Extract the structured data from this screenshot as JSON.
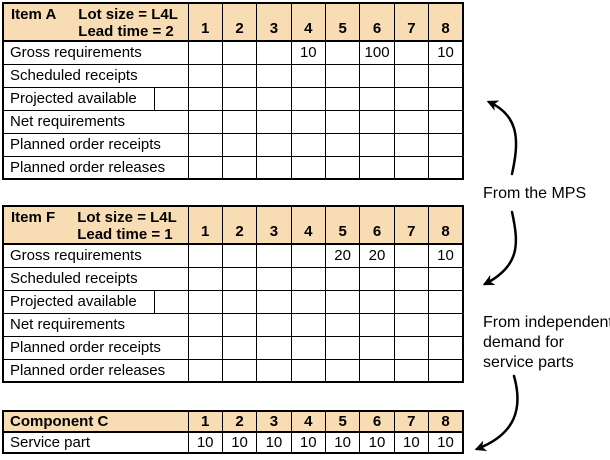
{
  "figure": {
    "background": "#ffffff",
    "header_fill": "#f8dcb4",
    "border_color": "#000000"
  },
  "tables": [
    {
      "id": "item-a",
      "item": "Item A",
      "lot_size": "Lot size = L4L",
      "lead_time": "Lead time = 2",
      "periods": [
        "1",
        "2",
        "3",
        "4",
        "5",
        "6",
        "7",
        "8"
      ],
      "rows": [
        {
          "label": "Gross requirements",
          "split": false,
          "cells": [
            "",
            "",
            "",
            "10",
            "",
            "100",
            "",
            "10"
          ]
        },
        {
          "label": "Scheduled receipts",
          "split": false,
          "cells": [
            "",
            "",
            "",
            "",
            "",
            "",
            "",
            ""
          ]
        },
        {
          "label": "Projected available",
          "split": true,
          "cells": [
            "",
            "",
            "",
            "",
            "",
            "",
            "",
            ""
          ]
        },
        {
          "label": "Net requirements",
          "split": false,
          "cells": [
            "",
            "",
            "",
            "",
            "",
            "",
            "",
            ""
          ]
        },
        {
          "label": "Planned order receipts",
          "split": false,
          "cells": [
            "",
            "",
            "",
            "",
            "",
            "",
            "",
            ""
          ]
        },
        {
          "label": "Planned order releases",
          "split": false,
          "cells": [
            "",
            "",
            "",
            "",
            "",
            "",
            "",
            ""
          ]
        }
      ]
    },
    {
      "id": "item-f",
      "item": "Item F",
      "lot_size": "Lot size = L4L",
      "lead_time": "Lead time = 1",
      "periods": [
        "1",
        "2",
        "3",
        "4",
        "5",
        "6",
        "7",
        "8"
      ],
      "rows": [
        {
          "label": "Gross requirements",
          "split": false,
          "cells": [
            "",
            "",
            "",
            "",
            "20",
            "20",
            "",
            "10"
          ]
        },
        {
          "label": "Scheduled receipts",
          "split": false,
          "cells": [
            "",
            "",
            "",
            "",
            "",
            "",
            "",
            ""
          ]
        },
        {
          "label": "Projected available",
          "split": true,
          "cells": [
            "",
            "",
            "",
            "",
            "",
            "",
            "",
            ""
          ]
        },
        {
          "label": "Net requirements",
          "split": false,
          "cells": [
            "",
            "",
            "",
            "",
            "",
            "",
            "",
            ""
          ]
        },
        {
          "label": "Planned order receipts",
          "split": false,
          "cells": [
            "",
            "",
            "",
            "",
            "",
            "",
            "",
            ""
          ]
        },
        {
          "label": "Planned order releases",
          "split": false,
          "cells": [
            "",
            "",
            "",
            "",
            "",
            "",
            "",
            ""
          ]
        }
      ]
    },
    {
      "id": "component-c",
      "item": "Component C",
      "periods": [
        "1",
        "2",
        "3",
        "4",
        "5",
        "6",
        "7",
        "8"
      ],
      "rows": [
        {
          "label": "Service part",
          "split": false,
          "cells": [
            "10",
            "10",
            "10",
            "10",
            "10",
            "10",
            "10",
            "10"
          ]
        }
      ]
    }
  ],
  "annotations": {
    "from_mps": "From the MPS",
    "independent_demand_lines": [
      "From independent",
      "demand for",
      "service parts"
    ]
  }
}
